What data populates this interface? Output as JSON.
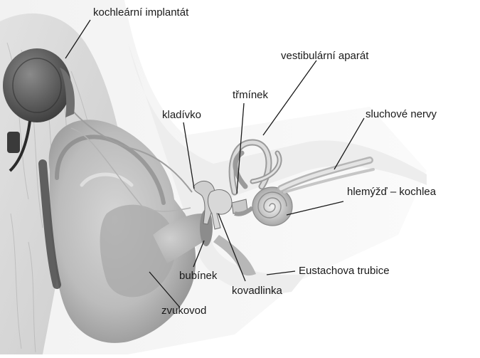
{
  "labels": {
    "implant": "kochleární implantát",
    "vestibular": "vestibulární aparát",
    "stapes": "třmínek",
    "malleus": "kladívko",
    "nerves": "sluchové nervy",
    "cochlea": "hlemýžď – kochlea",
    "eardrum": "bubínek",
    "eustachian": "Eustachova trubice",
    "incus": "kovadlinka",
    "canal": "zvukovod"
  },
  "colors": {
    "label_text": "#1a1a1a",
    "leader_line": "#1a1a1a",
    "skin_dark": "#8a8a8a",
    "skin_mid": "#bdbdbd",
    "skin_light": "#e6e6e6",
    "hair": "#d9d9d9"
  }
}
